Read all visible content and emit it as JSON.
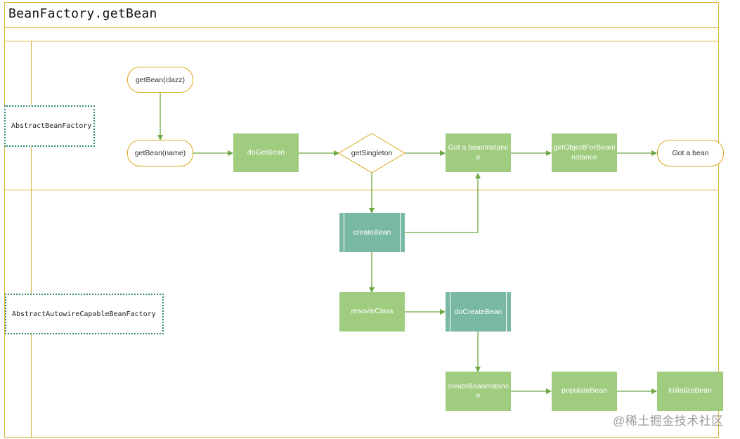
{
  "title": "BeanFactory.getBean",
  "lanes": {
    "lane1": "AbstractBeanFactory",
    "lane2": "AbstractAutowireCapableBeanFactory"
  },
  "nodes": {
    "get_bean_clazz": "getBean(clazz)",
    "get_bean_name": "getBean(name)",
    "do_get_bean": "doGetBean",
    "get_singleton": "getSingleton",
    "got_instance": "Got a beanInstance",
    "get_object_for_bean_instance": "getObjectForBeanInstance",
    "got_bean": "Got a bean",
    "create_bean": "createBean",
    "resolve_class": "resovleClass",
    "do_create_bean": "doCreateBean",
    "create_bean_instance": "createBeanInstance",
    "populate_bean": "populateBean",
    "initialize_bean": "initializeBean"
  },
  "colors": {
    "lane_border": "#d9b43a",
    "process_fill": "#9fcc7f",
    "subprocess_fill": "#79b8a5",
    "connector": "#6ea842",
    "lane_label_border": "#2f8a6d"
  },
  "watermark": "@稀土掘金技术社区"
}
